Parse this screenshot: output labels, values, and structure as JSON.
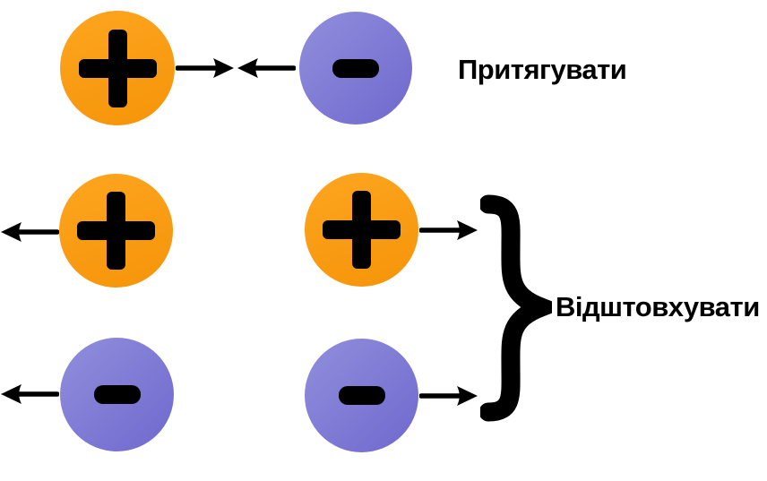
{
  "labels": {
    "attract": "Притягувати",
    "repel": "Відштовхувати"
  },
  "colors": {
    "positive_start": "#FDA51F",
    "positive_end": "#F6950A",
    "negative_start": "#918FDC",
    "negative_end": "#6F68CE",
    "ink": "#000000",
    "background": "#FFFFFF"
  },
  "icons": {
    "plus_icon": "+",
    "minus_icon": "−",
    "arrow_right_icon": "→",
    "arrow_left_icon": "←",
    "curly_brace_icon": "}"
  },
  "rows": [
    {
      "charges": [
        "+",
        "−"
      ],
      "arrows": "toward each other",
      "meaning_label": "attract"
    },
    {
      "charges": [
        "+",
        "+"
      ],
      "arrows": "away from each other",
      "meaning_label": "repel"
    },
    {
      "charges": [
        "−",
        "−"
      ],
      "arrows": "away from each other",
      "meaning_label": "repel"
    }
  ]
}
